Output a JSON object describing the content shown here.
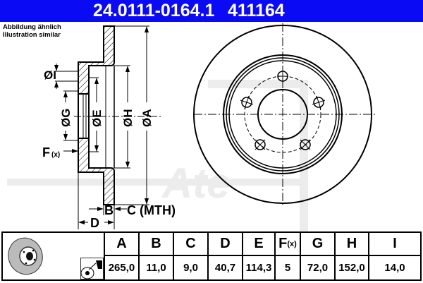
{
  "header": {
    "part_number": "24.0111-0164.1",
    "code": "411164",
    "background_color": "#0a0af5"
  },
  "note": {
    "line1": "Abbildung ähnlich",
    "line2": "Illustration similar"
  },
  "drawing": {
    "labels": {
      "I": "ØI",
      "G": "ØG",
      "E": "ØE",
      "H": "ØH",
      "A": "ØA",
      "F": "F",
      "F_sub": "(x)",
      "B": "B",
      "C": "C (MTH)",
      "D": "D"
    },
    "watermark": "Ate"
  },
  "table": {
    "icons": [
      "brake-disc-icon",
      "cleaning-spray-icon"
    ],
    "columns": [
      {
        "key": "A",
        "sub": "",
        "value": "265,0"
      },
      {
        "key": "B",
        "sub": "",
        "value": "11,0"
      },
      {
        "key": "C",
        "sub": "",
        "value": "9,0"
      },
      {
        "key": "D",
        "sub": "",
        "value": "40,7"
      },
      {
        "key": "E",
        "sub": "",
        "value": "114,3"
      },
      {
        "key": "F",
        "sub": "(x)",
        "value": "5"
      },
      {
        "key": "G",
        "sub": "",
        "value": "72,0"
      },
      {
        "key": "H",
        "sub": "",
        "value": "152,0"
      },
      {
        "key": "I",
        "sub": "",
        "value": "14,0"
      }
    ]
  }
}
